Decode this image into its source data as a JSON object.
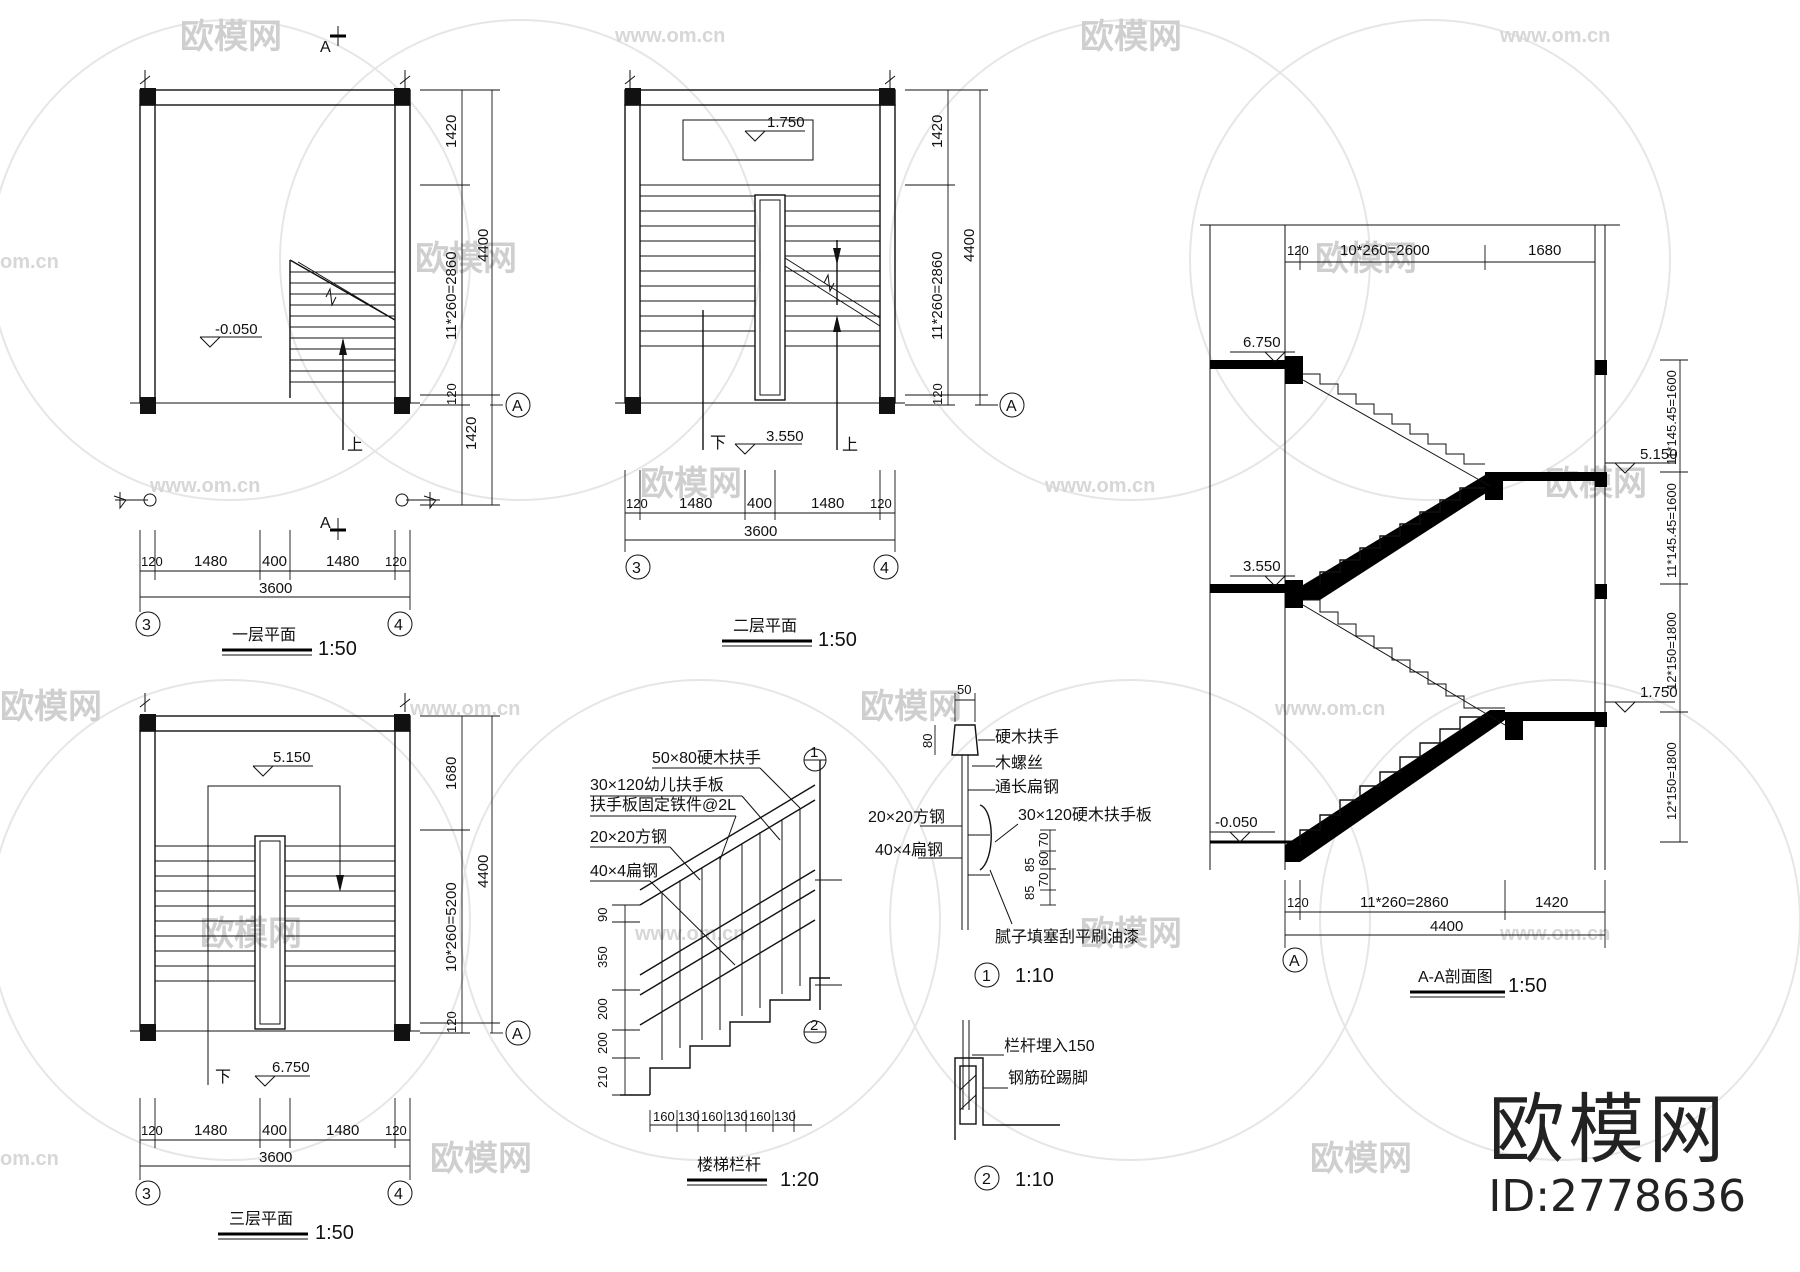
{
  "plans": {
    "floor1": {
      "title": "一层平面",
      "scale": "1:50",
      "elev": "-0.050",
      "up": "上",
      "cut_top": "A",
      "cut_bottom": "A",
      "dims_right": [
        "1420",
        "11*260=2860",
        "120",
        "1420"
      ],
      "dims_right_total": "4400",
      "dims_bottom": [
        "120",
        "1480",
        "400",
        "1480",
        "120"
      ],
      "dims_bottom_total": "3600",
      "axis_left": "3",
      "axis_right": "4",
      "axis_side": "A"
    },
    "floor2": {
      "title": "二层平面",
      "scale": "1:50",
      "elev_top": "1.750",
      "elev_bottom": "3.550",
      "down": "下",
      "up": "上",
      "dims_right": [
        "1420",
        "11*260=2860",
        "120"
      ],
      "dims_right_total": "4400",
      "dims_bottom": [
        "120",
        "1480",
        "400",
        "1480",
        "120"
      ],
      "dims_bottom_total": "3600",
      "axis_left": "3",
      "axis_right": "4",
      "axis_side": "A"
    },
    "floor3": {
      "title": "三层平面",
      "scale": "1:50",
      "elev_top": "5.150",
      "elev_bottom": "6.750",
      "down": "下",
      "dims_right": [
        "1680",
        "10*260=5200",
        "120"
      ],
      "dims_right_total": "4400",
      "dims_bottom": [
        "120",
        "1480",
        "400",
        "1480",
        "120"
      ],
      "dims_bottom_total": "3600",
      "axis_left": "3",
      "axis_right": "4",
      "axis_side": "A"
    }
  },
  "railing": {
    "title": "楼梯栏杆",
    "scale": "1:20",
    "labels": [
      "50×80硬木扶手",
      "30×120幼儿扶手板",
      "扶手板固定铁件@2L",
      "20×20方钢",
      "40×4扁钢"
    ],
    "dims_left": [
      "90",
      "350",
      "200",
      "200",
      "210"
    ],
    "dims_bottom": [
      "160",
      "130",
      "160",
      "130",
      "160",
      "130"
    ],
    "callout1": "1",
    "callout2": "2"
  },
  "detail1": {
    "num": "1",
    "scale": "1:10",
    "top_dim": "50",
    "side_dim": "80",
    "labels_right": [
      "硬木扶手",
      "木螺丝",
      "通长扁钢"
    ],
    "labels_left": [
      "20×20方钢",
      "40×4扁钢"
    ],
    "board": "30×120硬木扶手板",
    "dims": [
      "70",
      "60",
      "70",
      "85",
      "85"
    ],
    "note": "腻子填塞刮平刷油漆"
  },
  "detail2": {
    "num": "2",
    "scale": "1:10",
    "labels": [
      "栏杆埋入150",
      "钢筋砼踢脚"
    ]
  },
  "section": {
    "title": "A-A剖面图",
    "scale": "1:50",
    "top_dims": [
      "120",
      "10*260=2600",
      "1680"
    ],
    "bottom_dims": [
      "120",
      "11*260=2860",
      "1420"
    ],
    "bottom_total": "4400",
    "elevations": [
      "6.750",
      "5.150",
      "3.550",
      "1.750",
      "-0.050"
    ],
    "right_dims": [
      "11*145.45=1600",
      "11*145.45=1600",
      "12*150=1800",
      "12*150=1800"
    ],
    "axis": "A"
  },
  "watermarks": {
    "logo_text": "欧模网",
    "url_text": "www.om.cn",
    "url_short": "om.cn"
  },
  "brand": {
    "name": "欧模网",
    "id": "ID:2778636"
  }
}
